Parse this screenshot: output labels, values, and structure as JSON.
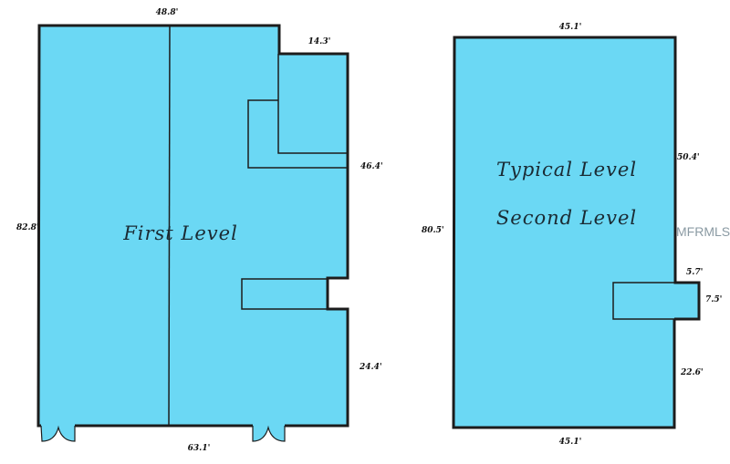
{
  "colors": {
    "floor_fill": "#6BD8F4",
    "wall": "#1c1c1c",
    "watermark": "#8a9aa3"
  },
  "first_level": {
    "label": "First Level",
    "dimensions": {
      "top": "48.8'",
      "step_top": "14.3'",
      "right_upper": "46.4'",
      "left": "82.8'",
      "right_lower": "24.4'",
      "bottom": "63.1'"
    }
  },
  "second_level": {
    "label_line1": "Typical Level",
    "label_line2": "Second Level",
    "dimensions": {
      "top": "45.1'",
      "right_upper": "50.4'",
      "left": "80.5'",
      "bump_top": "5.7'",
      "bump_side": "7.5'",
      "right_lower": "22.6'",
      "bottom": "45.1'"
    }
  },
  "watermark": "MFRMLS"
}
